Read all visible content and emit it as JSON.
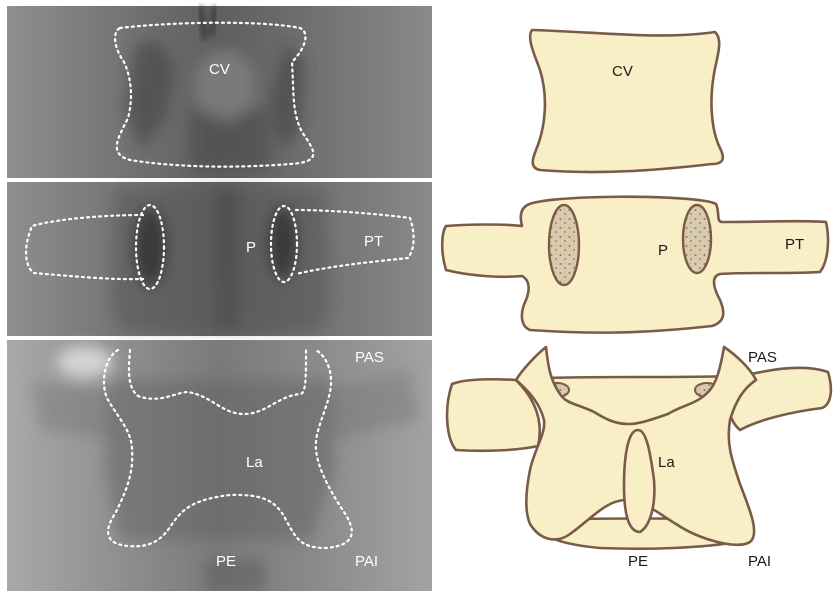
{
  "radiographs": {
    "top": {
      "label": "CV"
    },
    "middle": {
      "label_pedicle": "P",
      "label_transverse": "PT"
    },
    "bottom": {
      "label_sup": "PAS",
      "label_lamina": "La",
      "label_spinous": "PE",
      "label_inf": "PAI"
    }
  },
  "drawings": {
    "top": {
      "label": "CV"
    },
    "middle": {
      "label_pedicle": "P",
      "label_transverse": "PT"
    },
    "bottom": {
      "label_sup": "PAS",
      "label_lamina": "La",
      "label_spinous": "PE",
      "label_inf": "PAI"
    }
  },
  "colors": {
    "bone_fill": "#f8efc6",
    "bone_outline": "#7a5a48",
    "outline_dashed": "#ffffff"
  }
}
